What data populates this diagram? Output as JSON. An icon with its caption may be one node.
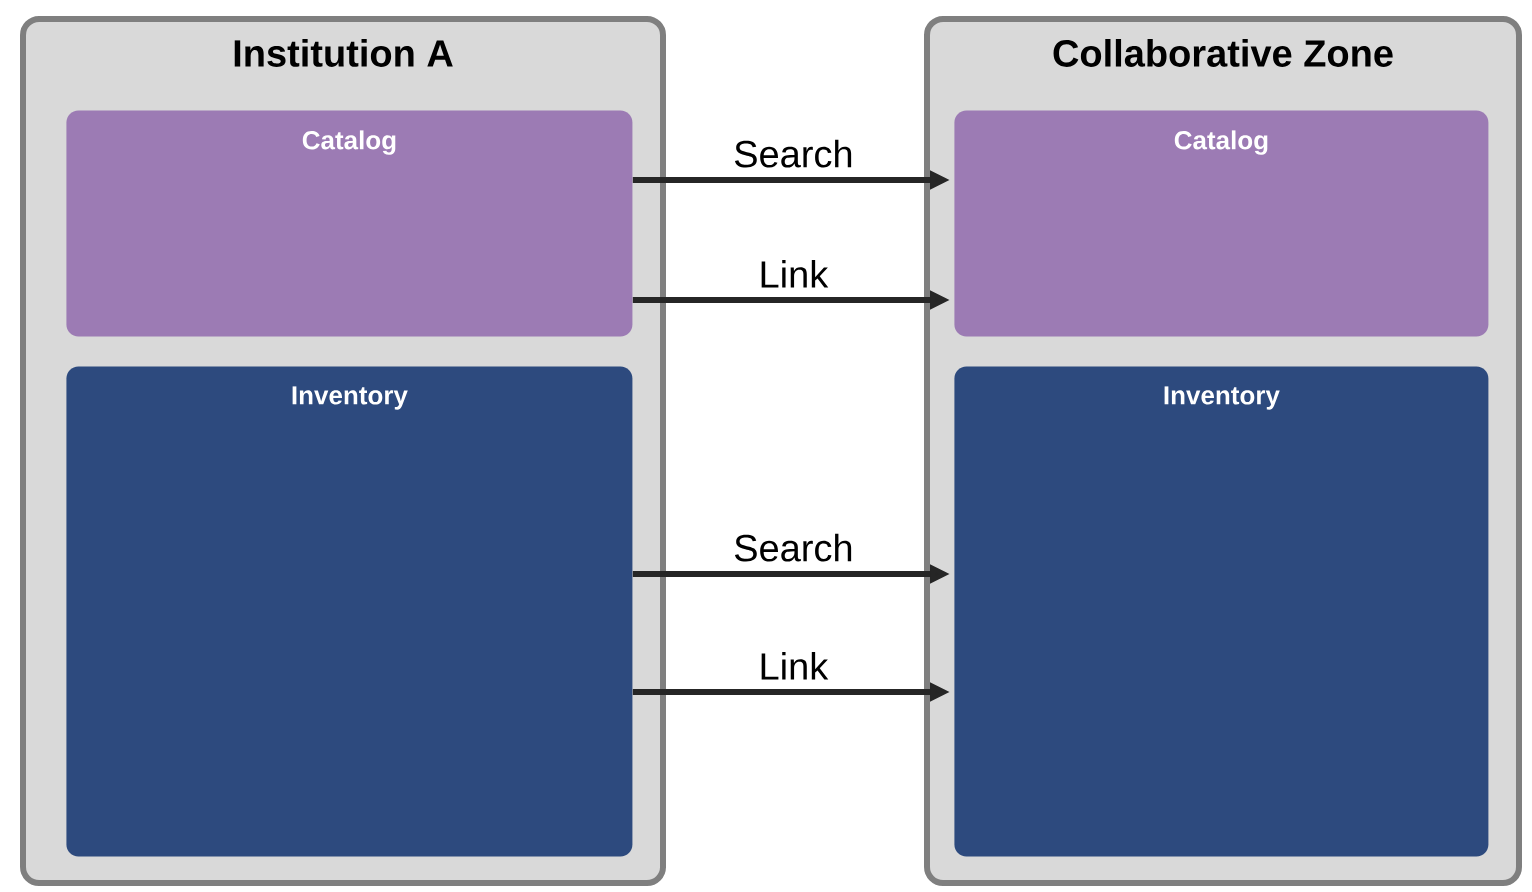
{
  "diagram": {
    "nodes": [
      {
        "text": [
          "Institution A"
        ]
      },
      {
        "text": [
          "Catalog"
        ],
        "in": 0
      },
      {
        "text": [
          "Inventory"
        ],
        "in": 0
      },
      {
        "text": [
          "Collaborative Zone"
        ]
      },
      {
        "text": [
          "Catalog"
        ],
        "in": 3
      },
      {
        "text": [
          "Inventory"
        ],
        "in": 3
      }
    ],
    "edges": [
      {
        "from": 1,
        "to": 4,
        "arrow": "to",
        "label": "Search"
      },
      {
        "from": 1,
        "to": 4,
        "arrow": "to",
        "label": "Link"
      },
      {
        "from": 2,
        "to": 5,
        "arrow": "to",
        "label": "Search"
      },
      {
        "from": 2,
        "to": 5,
        "arrow": "to",
        "label": "Link"
      }
    ]
  }
}
